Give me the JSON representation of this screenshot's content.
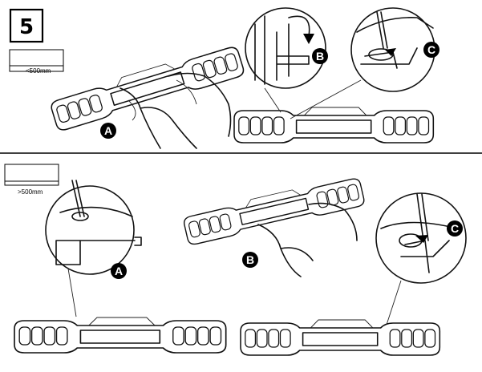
{
  "step_number": "5",
  "top_panel": {
    "length_spec": "<500mm",
    "callouts": [
      "A",
      "B",
      "C"
    ]
  },
  "bottom_panel": {
    "length_spec": ">500mm",
    "callouts": [
      "A",
      "B",
      "C"
    ]
  }
}
